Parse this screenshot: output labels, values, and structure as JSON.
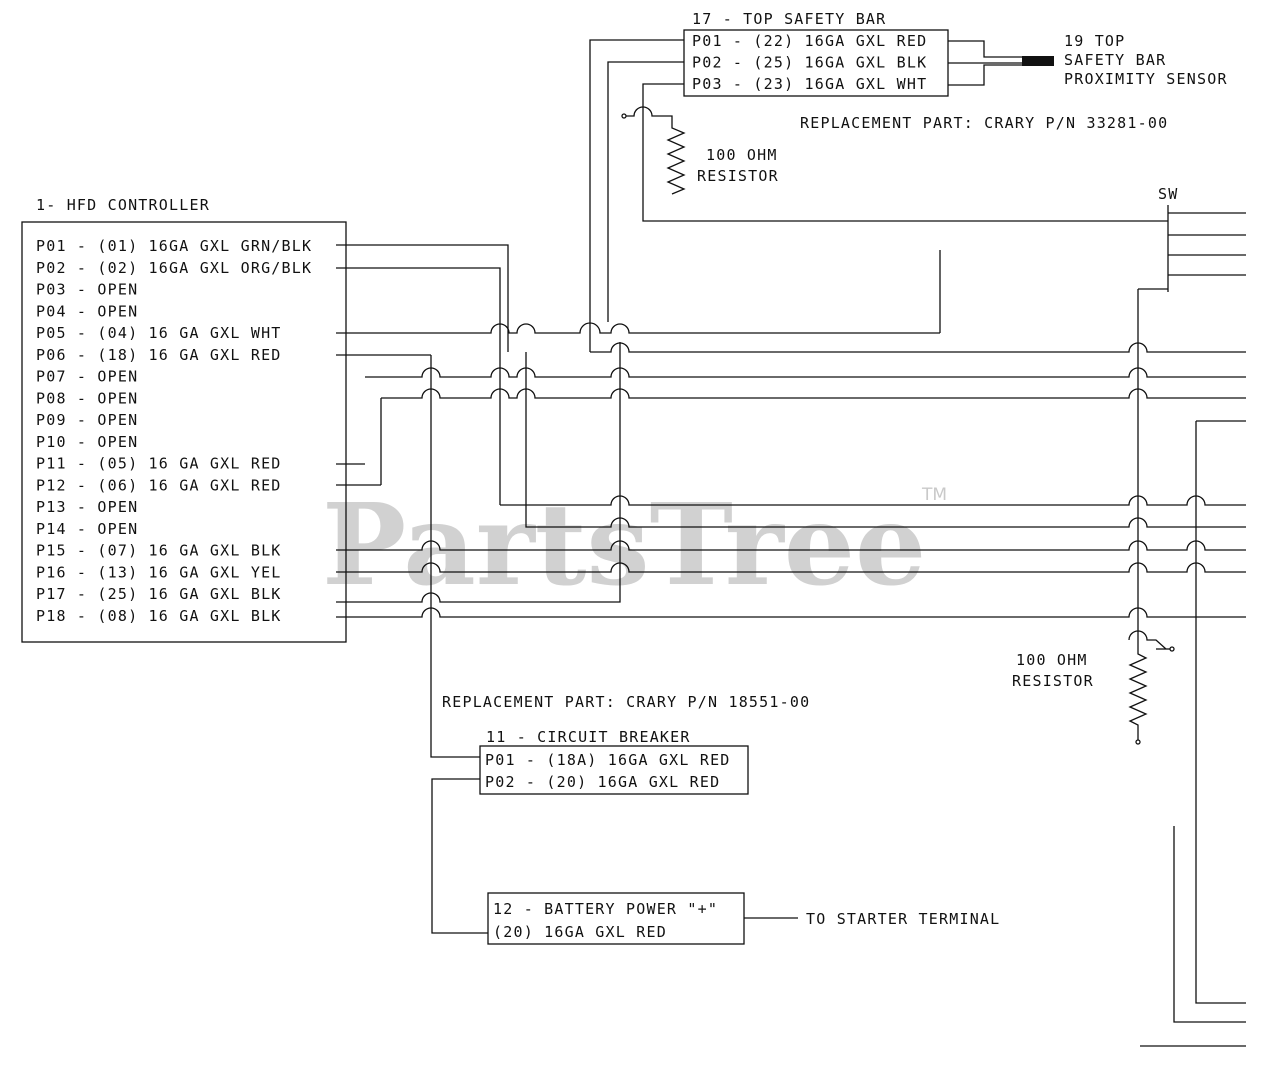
{
  "watermark": {
    "text": "PartsTree",
    "tm": "TM"
  },
  "hfd": {
    "title": "1- HFD CONTROLLER",
    "pins": [
      "P01 - (01) 16GA GXL GRN/BLK",
      "P02 - (02) 16GA GXL ORG/BLK",
      "P03 - OPEN",
      "P04 - OPEN",
      "P05 - (04) 16 GA GXL WHT",
      "P06 - (18) 16 GA GXL RED",
      "P07 - OPEN",
      "P08 - OPEN",
      "P09 - OPEN",
      "P10 - OPEN",
      "P11 - (05) 16 GA GXL RED",
      "P12 - (06) 16 GA GXL RED",
      "P13 - OPEN",
      "P14 - OPEN",
      "P15 - (07) 16 GA GXL BLK",
      "P16 - (13) 16 GA GXL YEL",
      "P17 - (25) 16 GA GXL BLK",
      "P18 - (08) 16 GA GXL BLK"
    ]
  },
  "safety_bar": {
    "title": "17 - TOP SAFETY BAR",
    "pins": [
      "P01 - (22) 16GA GXL RED",
      "P02 - (25) 16GA GXL BLK",
      "P03 - (23) 16GA GXL WHT"
    ],
    "replacement": "REPLACEMENT PART:  CRARY P/N 33281-00"
  },
  "sensor": {
    "lines": [
      "19 TOP",
      "SAFETY BAR",
      "PROXIMITY SENSOR"
    ]
  },
  "resistor_top": {
    "lines": [
      "100 OHM",
      "RESISTOR"
    ]
  },
  "resistor_right": {
    "lines": [
      "100 OHM",
      "RESISTOR"
    ]
  },
  "switch_label": "SW",
  "breaker": {
    "replacement": "REPLACEMENT PART: CRARY P/N 18551-00",
    "title": "11 - CIRCUIT BREAKER",
    "pins": [
      "P01 - (18A) 16GA GXL RED",
      "P02 - (20) 16GA GXL RED"
    ]
  },
  "battery": {
    "lines": [
      "12 - BATTERY POWER \"+\"",
      "(20) 16GA GXL RED"
    ],
    "to_label": "TO STARTER TERMINAL"
  }
}
